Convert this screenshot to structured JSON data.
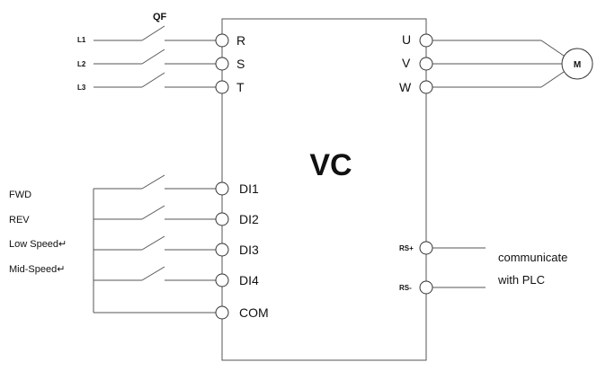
{
  "diagram": {
    "title": "VC",
    "breaker": "QF",
    "lines": [
      "L1",
      "L2",
      "L3"
    ],
    "power_terminals": [
      "R",
      "S",
      "T"
    ],
    "output_terminals": [
      "U",
      "V",
      "W"
    ],
    "motor": "M",
    "inputs": [
      "FWD",
      "REV",
      "Low Speed↵",
      "Mid-Speed↵"
    ],
    "digital_terminals": [
      "DI1",
      "DI2",
      "DI3",
      "DI4"
    ],
    "common": "COM",
    "comm_terminals": [
      "RS+",
      "RS-"
    ],
    "comm_note_line1": "communicate",
    "comm_note_line2": "with PLC"
  }
}
